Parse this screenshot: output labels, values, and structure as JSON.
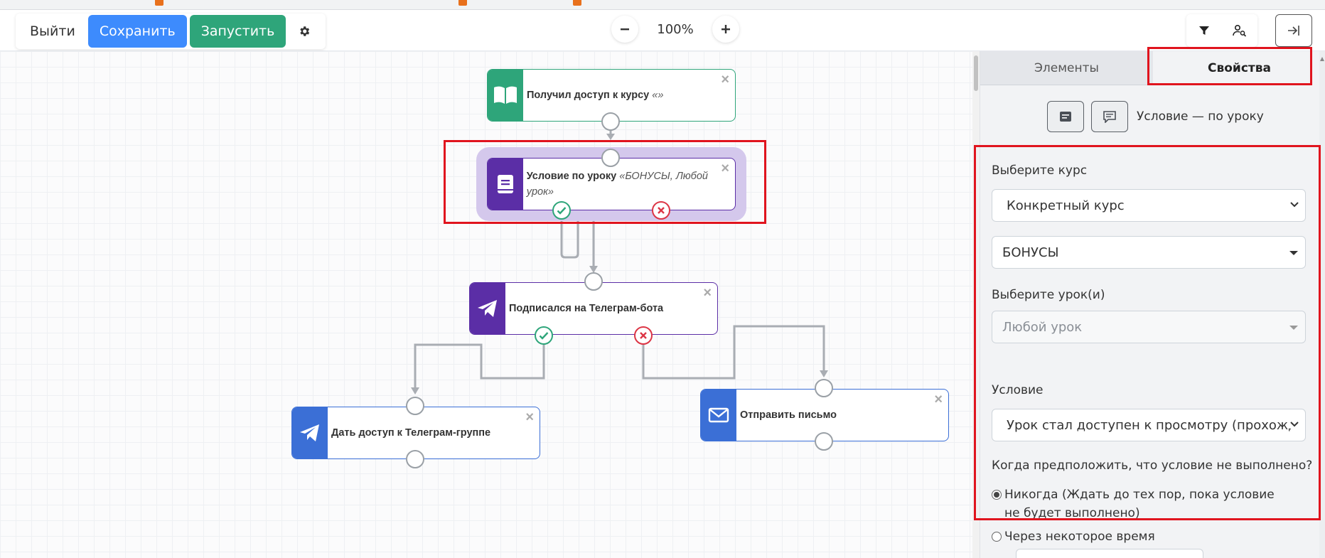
{
  "toolbar": {
    "exit_label": "Выйти",
    "save_label": "Сохранить",
    "run_label": "Запустить",
    "zoom": "100%"
  },
  "nodes": {
    "course_access": {
      "title": "Получил доступ к курсу",
      "detail": "«»"
    },
    "lesson_condition": {
      "title": "Условие по уроку",
      "detail": "«БОНУСЫ, Любой урок»"
    },
    "telegram_subscribe": {
      "title": "Подписался на Телеграм-бота"
    },
    "telegram_group": {
      "title": "Дать доступ к Телеграм-группе"
    },
    "send_email": {
      "title": "Отправить письмо"
    }
  },
  "panel": {
    "tabs": [
      "Элементы",
      "Свойства"
    ],
    "active_tab": "Свойства",
    "subtitle": "Условие — по уроку",
    "course_label": "Выберите курс",
    "course_type": "Конкретный курс",
    "course_value": "БОНУСЫ",
    "lessons_label": "Выберите урок(и)",
    "lessons_value": "Любой урок",
    "condition_label": "Условие",
    "condition_value": "Урок стал доступен к просмотру (прохождению)",
    "unmet_label": "Когда предположить, что условие не выполнено?",
    "option_never": "Никогда (Ждать до тех пор, пока условие не будет выполнено)",
    "option_after": "Через некоторое время"
  },
  "colors": {
    "save": "#3d8bfd",
    "run": "#2ea57a",
    "highlight": "#e0141e",
    "node_purple": "#5b2ea6",
    "node_green": "#2ea57a",
    "node_blue": "#3b6fd6"
  }
}
